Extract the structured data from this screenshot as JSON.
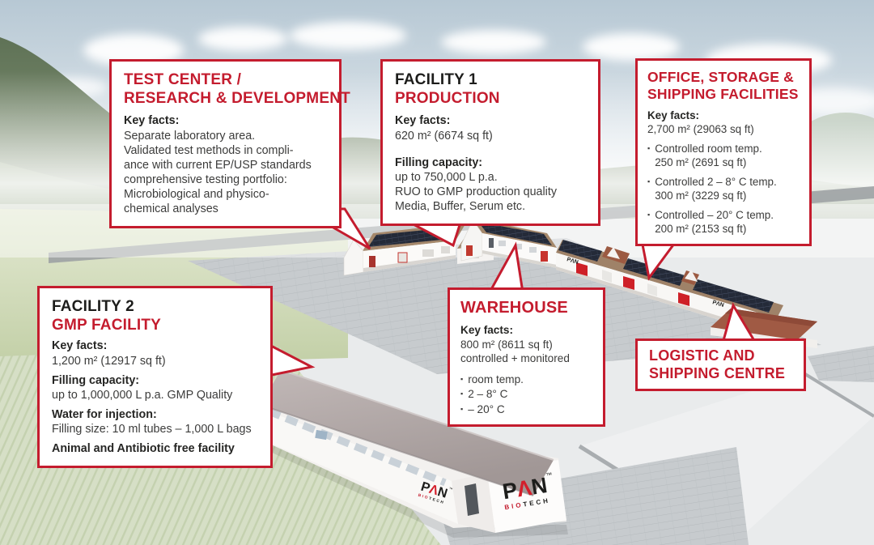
{
  "colors": {
    "accent_red": "#c41c2e",
    "logo_red": "#d31f2b",
    "logo_black": "#1d1d1b",
    "roof_brown": "#a5886b",
    "solar_dark": "#242a38",
    "facility2_roof": "#b0a6a5"
  },
  "bullet": "▪",
  "logo": {
    "p": "P",
    "a": "Λ",
    "n": "N",
    "tm": "™",
    "bio": "BIO",
    "tech": "TECH",
    "word": "PΛN"
  },
  "callouts": {
    "test_center": {
      "title": [
        "TEST CENTER /",
        "RESEARCH & DEVELOPMENT"
      ],
      "key_facts_label": "Key facts:",
      "body": [
        "Separate laboratory area.",
        "Validated test methods in compli-",
        "ance with current EP/USP standards",
        "comprehensive testing portfolio:",
        "Microbiological and physico-",
        "chemical analyses"
      ]
    },
    "facility1": {
      "title_black": "FACILITY 1",
      "title_red": "PRODUCTION",
      "key_facts_label": "Key facts:",
      "area": "620 m² (6674 sq ft)",
      "filling_label": "Filling capacity:",
      "filling": [
        "up to 750,000 L p.a.",
        "RUO to GMP production quality",
        "Media, Buffer, Serum etc."
      ]
    },
    "office": {
      "title": [
        "OFFICE, STORAGE &",
        "SHIPPING FACILITIES"
      ],
      "key_facts_label": "Key facts:",
      "area": "2,700 m² (29063 sq ft)",
      "bullets": [
        "Controlled room temp.\n250 m² (2691 sq ft)",
        "Controlled 2 – 8° C temp.\n300 m² (3229 sq ft)",
        "Controlled – 20° C temp.\n200 m² (2153 sq ft)"
      ]
    },
    "facility2": {
      "title_black": "FACILITY 2",
      "title_red": "GMP FACILITY",
      "key_facts_label": "Key facts:",
      "area": "1,200 m² (12917 sq ft)",
      "filling_label": "Filling capacity:",
      "filling": "up to 1,000,000 L p.a. GMP Quality",
      "water_label": "Water for injection:",
      "water": "Filling size: 10 ml tubes – 1,000 L bags",
      "note": "Animal and Antibiotic free facility"
    },
    "warehouse": {
      "title": "WAREHOUSE",
      "key_facts_label": "Key facts:",
      "lines": [
        "800 m² (8611 sq ft)",
        "controlled + monitored"
      ],
      "bullets": [
        "room temp.",
        "2 – 8° C",
        "– 20° C"
      ]
    },
    "logistic": {
      "title": [
        "LOGISTIC AND",
        "SHIPPING CENTRE"
      ]
    }
  }
}
